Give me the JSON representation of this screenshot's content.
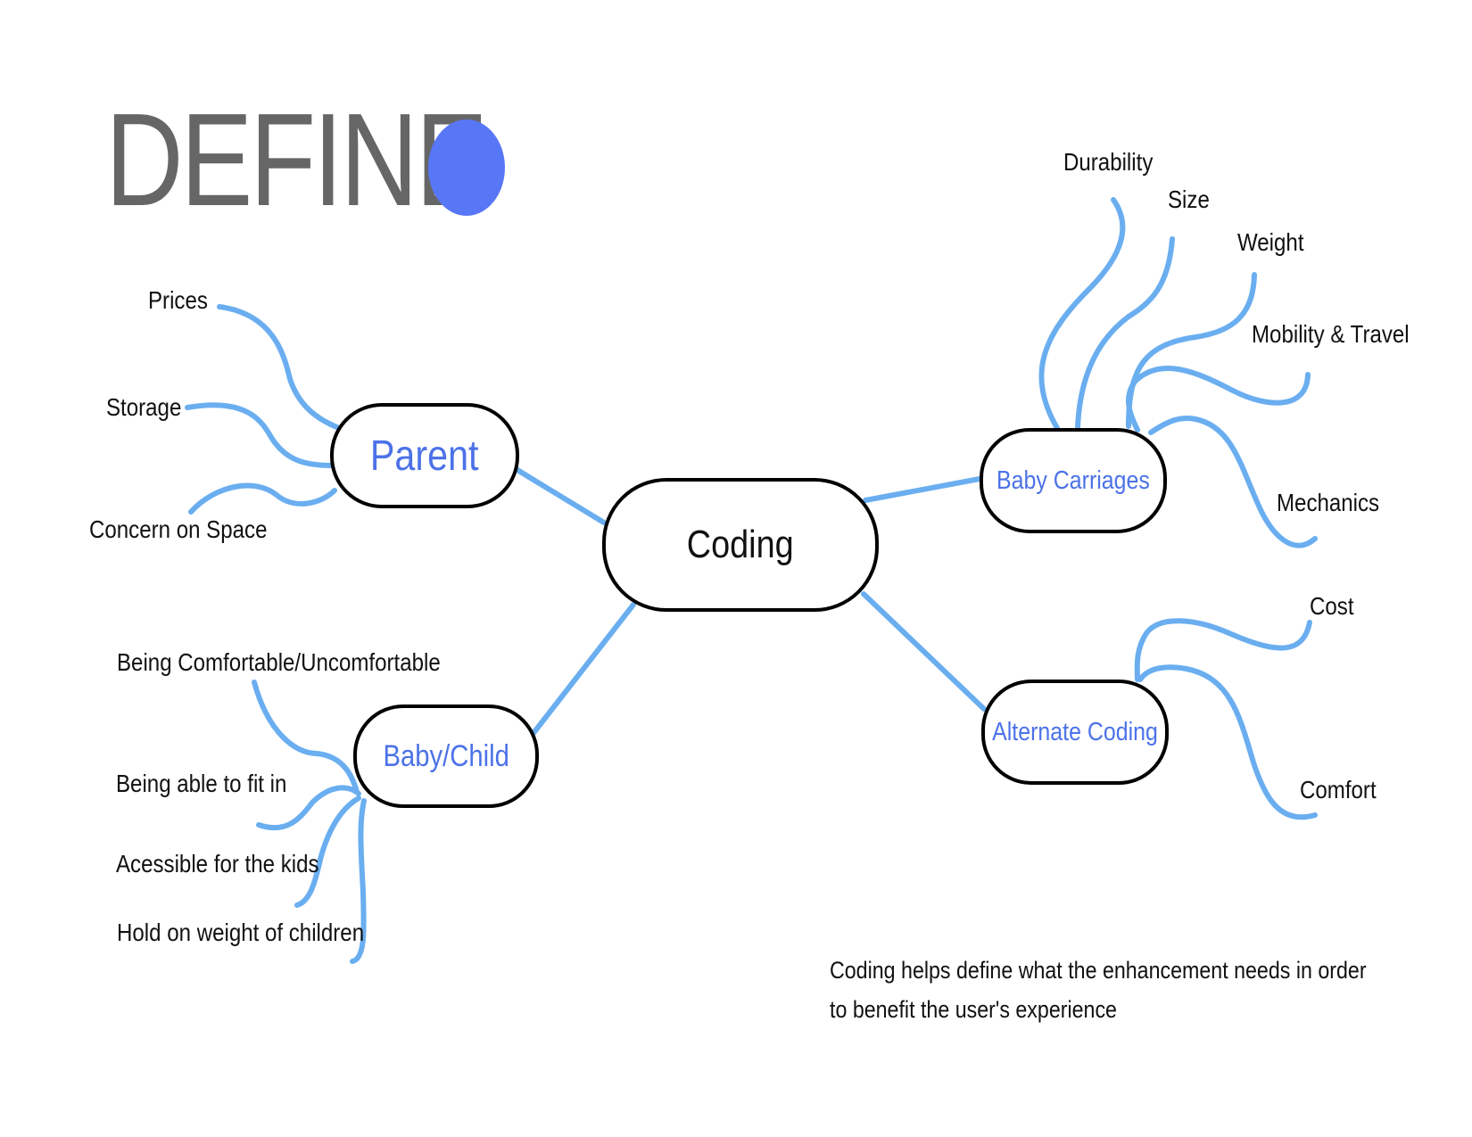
{
  "title": "DEFINE",
  "colors": {
    "accent_dot": "#5877f7",
    "branch_line": "#6aaef0",
    "node_text_blue": "#4c72e8",
    "node_border": "#000000",
    "title_gray": "#666666"
  },
  "center": {
    "label": "Coding"
  },
  "branches": {
    "parent": {
      "label": "Parent",
      "leaves": [
        "Prices",
        "Storage",
        "Concern on Space"
      ]
    },
    "baby_child": {
      "label": "Baby/Child",
      "leaves": [
        "Being Comfortable/Uncomfortable",
        "Being able to fit in",
        "Acessible for the kids",
        "Hold on weight of children"
      ]
    },
    "baby_carriages": {
      "label": "Baby Carriages",
      "leaves": [
        "Durability",
        "Size",
        "Weight",
        "Mobility & Travel",
        "Mechanics"
      ]
    },
    "alternate_coding": {
      "label": "Alternate Coding",
      "leaves": [
        "Cost",
        "Comfort"
      ]
    }
  },
  "note": {
    "line1": "Coding helps define what the enhancement needs in order",
    "line2": "to benefit the user's experience"
  }
}
